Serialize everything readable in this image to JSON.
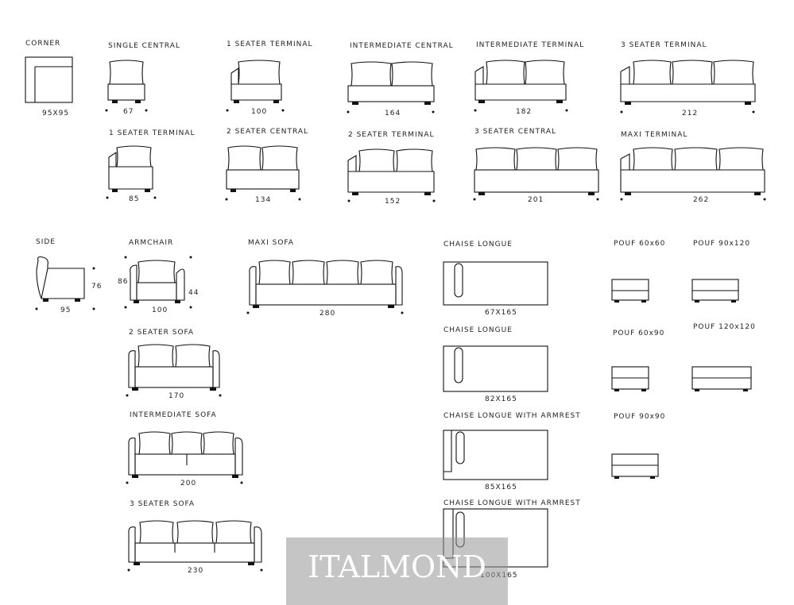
{
  "watermark": "ITALMOND",
  "modules": {
    "corner": {
      "label": "CORNER",
      "dim": "95X95"
    },
    "single_central": {
      "label": "SINGLE CENTRAL",
      "dim": "67"
    },
    "one_seater_terminal_a": {
      "label": "1 SEATER TERMINAL",
      "dim": "100"
    },
    "intermediate_central": {
      "label": "INTERMEDIATE CENTRAL",
      "dim": "164"
    },
    "intermediate_terminal": {
      "label": "INTERMEDIATE TERMINAL",
      "dim": "182"
    },
    "three_seater_terminal": {
      "label": "3 SEATER TERMINAL",
      "dim": "212"
    },
    "one_seater_terminal_b": {
      "label": "1 SEATER TERMINAL",
      "dim": "85"
    },
    "two_seater_central": {
      "label": "2 SEATER CENTRAL",
      "dim": "134"
    },
    "two_seater_terminal": {
      "label": "2 SEATER TERMINAL",
      "dim": "152"
    },
    "three_seater_central": {
      "label": "3 SEATER CENTRAL",
      "dim": "201"
    },
    "maxi_terminal": {
      "label": "MAXI TERMINAL",
      "dim": "262"
    }
  },
  "sofas": {
    "side": {
      "label": "SIDE",
      "depth": "95",
      "height": "76"
    },
    "armchair": {
      "label": "ARMCHAIR",
      "width": "100",
      "height": "86",
      "seat_height": "44"
    },
    "maxi_sofa": {
      "label": "MAXI SOFA",
      "dim": "280"
    },
    "two_seater_sofa": {
      "label": "2 SEATER SOFA",
      "dim": "170"
    },
    "intermediate_sofa": {
      "label": "INTERMEDIATE SOFA",
      "dim": "200"
    },
    "three_seater_sofa": {
      "label": "3 SEATER SOFA",
      "dim": "230"
    }
  },
  "chaises": [
    {
      "label": "CHAISE LONGUE",
      "dim": "67X165"
    },
    {
      "label": "CHAISE LONGUE",
      "dim": "82X165"
    },
    {
      "label": "CHAISE LONGUE WITH ARMREST",
      "dim": "85X165"
    },
    {
      "label": "CHAISE LONGUE WITH ARMREST",
      "dim": "100X165"
    }
  ],
  "poufs": {
    "p60x60": "POUF 60x60",
    "p90x120": "POUF 90x120",
    "p60x90": "POUF 60x90",
    "p120x120": "POUF 120x120",
    "p90x90": "POUF 90x90"
  }
}
